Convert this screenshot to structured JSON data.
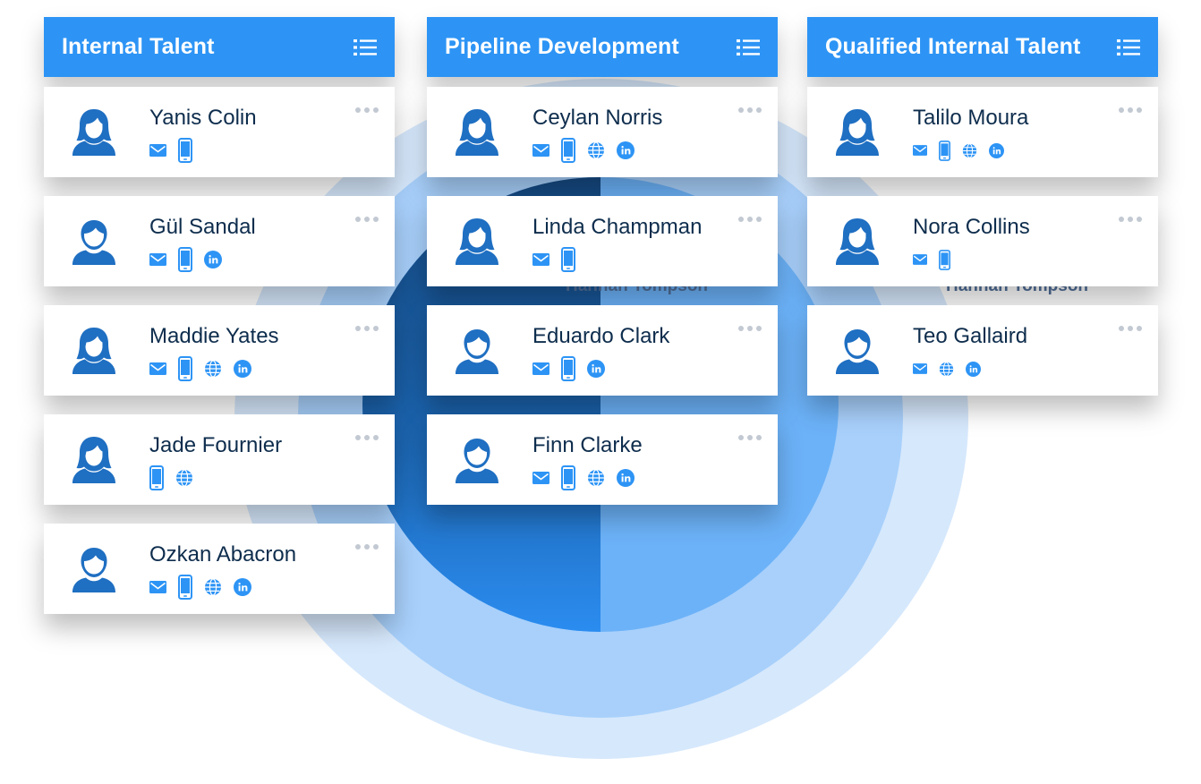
{
  "columns": [
    {
      "title": "Internal Talent",
      "cards": [
        {
          "name": "Yanis Colin",
          "avatar": "female",
          "contacts": [
            "mail",
            "phone"
          ]
        },
        {
          "name": "Gül Sandal",
          "avatar": "male",
          "contacts": [
            "mail",
            "phone",
            "linkedin"
          ]
        },
        {
          "name": "Maddie Yates",
          "avatar": "female",
          "contacts": [
            "mail",
            "phone",
            "globe",
            "linkedin"
          ]
        },
        {
          "name": "Jade Fournier",
          "avatar": "female",
          "contacts": [
            "phone",
            "globe"
          ]
        },
        {
          "name": "Ozkan Abacron",
          "avatar": "male",
          "contacts": [
            "mail",
            "phone",
            "globe",
            "linkedin"
          ]
        }
      ]
    },
    {
      "title": "Pipeline Development",
      "cards": [
        {
          "name": "Ceylan Norris",
          "avatar": "female",
          "contacts": [
            "mail",
            "phone",
            "globe",
            "linkedin"
          ]
        },
        {
          "name": "Linda Champman",
          "avatar": "female",
          "contacts": [
            "mail",
            "phone"
          ]
        },
        {
          "name": "Eduardo Clark",
          "avatar": "male",
          "contacts": [
            "mail",
            "phone",
            "linkedin"
          ]
        },
        {
          "name": "Finn Clarke",
          "avatar": "male",
          "contacts": [
            "mail",
            "phone",
            "globe",
            "linkedin"
          ]
        }
      ]
    },
    {
      "title": "Qualified Internal Talent",
      "cards": [
        {
          "name": "Talilo Moura",
          "avatar": "female",
          "contacts": [
            "mail",
            "phone",
            "globe",
            "linkedin"
          ]
        },
        {
          "name": "Nora Collins",
          "avatar": "female",
          "contacts": [
            "mail",
            "phone"
          ]
        },
        {
          "name": "Teo Gallaird",
          "avatar": "male",
          "contacts": [
            "mail",
            "globe",
            "linkedin"
          ]
        }
      ]
    }
  ],
  "background_ghost_text": [
    "Hannah Tompson",
    "Hannah Tompson"
  ],
  "colors": {
    "header": "#2d94f5",
    "icon": "#2d94f5",
    "avatar": "#1f6fc2",
    "name": "#0e2d4d",
    "more_dots": "#c2c9d2"
  }
}
